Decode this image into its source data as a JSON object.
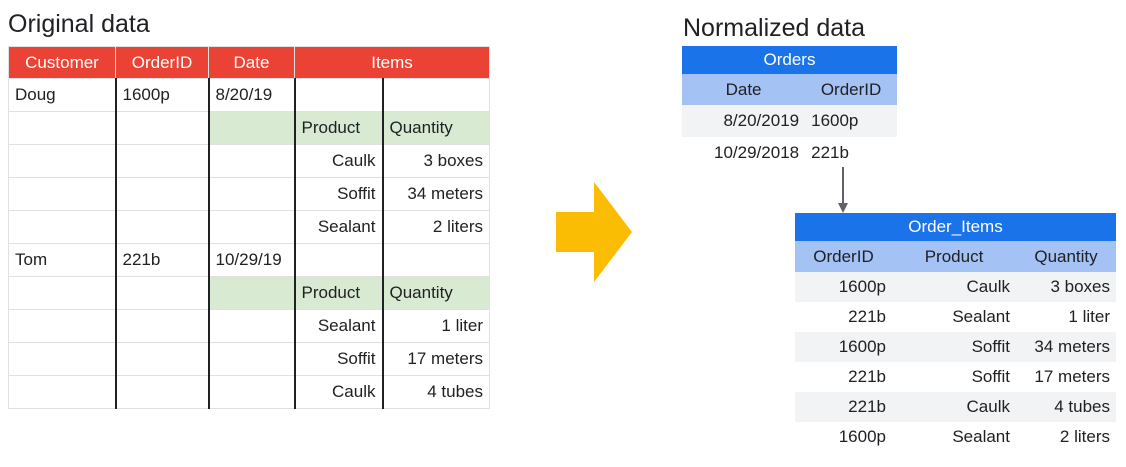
{
  "original": {
    "title": "Original data",
    "headers": [
      "Customer",
      "OrderID",
      "Date",
      "Items"
    ],
    "rows": [
      [
        "Doug",
        "1600p",
        "8/20/19",
        "",
        ""
      ],
      [
        "",
        "",
        "",
        "Product",
        "Quantity"
      ],
      [
        "",
        "",
        "",
        "Caulk",
        "3 boxes"
      ],
      [
        "",
        "",
        "",
        "Soffit",
        "34 meters"
      ],
      [
        "",
        "",
        "",
        "Sealant",
        "2 liters"
      ],
      [
        "Tom",
        "221b",
        "10/29/19",
        "",
        ""
      ],
      [
        "",
        "",
        "",
        "Product",
        "Quantity"
      ],
      [
        "",
        "",
        "",
        "Sealant",
        "1 liter"
      ],
      [
        "",
        "",
        "",
        "Soffit",
        "17 meters"
      ],
      [
        "",
        "",
        "",
        "Caulk",
        "4 tubes"
      ]
    ]
  },
  "normalized": {
    "title": "Normalized data",
    "orders": {
      "name": "Orders",
      "headers": [
        "Date",
        "OrderID"
      ],
      "rows": [
        [
          "8/20/2019",
          "1600p"
        ],
        [
          "10/29/2018",
          "221b"
        ]
      ]
    },
    "order_items": {
      "name": "Order_Items",
      "headers": [
        "OrderID",
        "Product",
        "Quantity"
      ],
      "rows": [
        [
          "1600p",
          "Caulk",
          "3 boxes"
        ],
        [
          "221b",
          "Sealant",
          "1 liter"
        ],
        [
          "1600p",
          "Soffit",
          "34 meters"
        ],
        [
          "221b",
          "Soffit",
          "17 meters"
        ],
        [
          "221b",
          "Caulk",
          "4 tubes"
        ],
        [
          "1600p",
          "Sealant",
          "2 liters"
        ]
      ]
    }
  },
  "colors": {
    "original_header": "#ea4335",
    "sub_header": "#d9ead3",
    "table_name_header": "#1a73e8",
    "column_header": "#a4c2f4",
    "row_alt": "#f1f3f4",
    "arrow": "#fbbc04"
  },
  "icons": {
    "transform_arrow": "arrow-right-icon",
    "connector": "arrow-down-icon"
  }
}
